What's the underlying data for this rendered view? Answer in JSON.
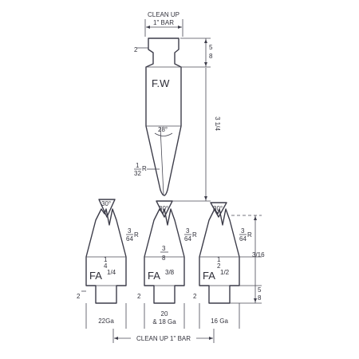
{
  "labels": {
    "clean_up_top": "CLEAN UP",
    "bar_top": "1\" BAR",
    "fw": "F.W",
    "angle_28": "28°",
    "radius_32_num": "1",
    "radius_32_den": "32",
    "radius_suffix": "R",
    "angle_30": "30°",
    "radius_64_num": "3",
    "radius_64_den": "64",
    "dim_5_8_num": "5",
    "dim_5_8_den": "8",
    "dim_3_1_4": "3 1/4",
    "dim_2": "2",
    "dim_quarter_num": "1",
    "dim_quarter_den": "4",
    "dim_3_8_num": "3",
    "dim_3_8_den": "8",
    "dim_half_num": "1",
    "dim_half_den": "2",
    "dim_side_small": "3/16",
    "fa_quarter_main": "FA",
    "fa_quarter_sup": "1/4",
    "fa_3_8_main": "FA",
    "fa_3_8_sup": "3/8",
    "fa_half_main": "FA",
    "fa_half_sup": "1/2",
    "gauge_left": "22Ga",
    "gauge_mid_1": "20",
    "gauge_mid_2": "& 18 Ga",
    "gauge_right": "16 Ga",
    "clean_up_bottom": "CLEAN UP 1\" BAR"
  }
}
